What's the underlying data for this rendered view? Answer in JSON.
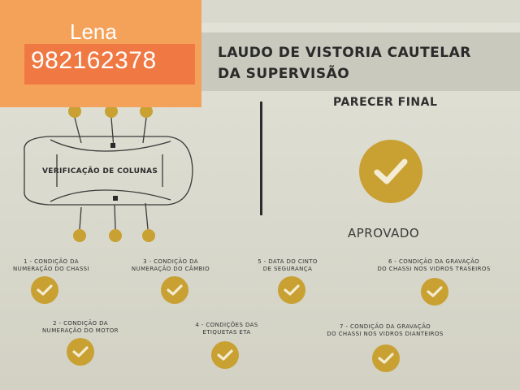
{
  "document": {
    "title_line1": "LAUDO DE VISTORIA CAUTELAR",
    "title_line2": "DA SUPERVISÃO",
    "final_heading": "PARECER FINAL",
    "final_result": "APROVADO",
    "car_label": "VERIFICAÇÃO DE COLUNAS"
  },
  "sticker": {
    "name": "Lena",
    "phone": "982162378"
  },
  "checklist": [
    {
      "line1": "1 - CONDIÇÃO DA",
      "line2": "NUMERAÇÃO DO CHASSI"
    },
    {
      "line1": "3 - CONDIÇÃO DA",
      "line2": "NUMERAÇÃO DO CÂMBIO"
    },
    {
      "line1": "5 - DATA DO CINTO",
      "line2": "DE SEGURANÇA"
    },
    {
      "line1": "6 - CONDIÇÃO DA GRAVAÇÃO",
      "line2": "DO CHASSI NOS VIDROS TRASEIROS"
    },
    {
      "line1": "2 - CONDIÇÃO DA",
      "line2": "NUMERAÇÃO DO MOTOR"
    },
    {
      "line1": "4 - CONDIÇÕES DAS",
      "line2": "ETIQUETAS ETA"
    },
    {
      "line1": "7 - CONDIÇÃO DA GRAVAÇÃO",
      "line2": "DO CHASSI NOS VIDROS DIANTEIROS"
    }
  ],
  "colors": {
    "check_gold": "#c9a032",
    "sticker_light": "#f4a25a",
    "sticker_dark": "#f07842"
  },
  "icons": [
    "check-icon",
    "car-outline-icon"
  ]
}
